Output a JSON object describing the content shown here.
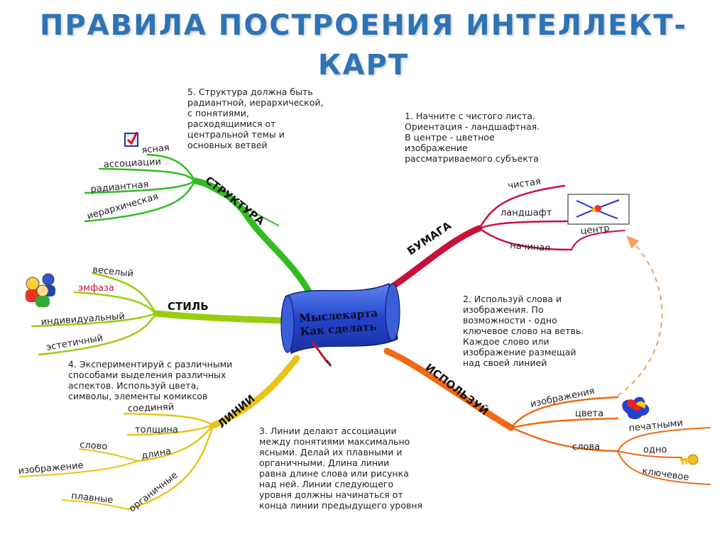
{
  "title": "ПРАВИЛА ПОСТРОЕНИЯ ИНТЕЛЛЕКТ-КАРТ",
  "colors": {
    "title": "#2e74b5",
    "structure": "#33bb22",
    "style": "#99cc11",
    "lines": "#e8c418",
    "paper": "#c8103a",
    "use": "#ee6a14",
    "arrow": "#f0a060",
    "center_blue": "#2244cc"
  },
  "center": {
    "line1": "Мыслекарта",
    "line2": "Как сделать"
  },
  "branches": {
    "structure": {
      "label": "СТРУКТУРА",
      "sub": [
        "ясная",
        "ассоциации",
        "радиантная",
        "иерархическая"
      ]
    },
    "style": {
      "label": "СТИЛЬ",
      "sub": [
        "веселый",
        "эмфаза",
        "индивидуальный",
        "эстетичный"
      ]
    },
    "lines": {
      "label": "ЛИНИИ",
      "sub": [
        "соединяй",
        "толщина",
        "длина",
        "слово",
        "изображение",
        "органичные",
        "плавные"
      ]
    },
    "paper": {
      "label": "БУМАГА",
      "sub": [
        "чистая",
        "ландшафт",
        "начиная",
        "центр"
      ]
    },
    "use": {
      "label": "ИСПОЛЬЗУЙ",
      "sub": [
        "изображения",
        "цвета",
        "слова",
        "печатными",
        "одно",
        "ключевое"
      ]
    }
  },
  "notes": {
    "n1": "1. Начните с чистого листа.\nОриентация - ландшафтная.\nВ центре - цветное\nизображение\nрассматриваемого субъекта",
    "n2": "2. Используй слова и\nизображения. По\nвозможности - одно\nключевое слово на ветвь.\nКаждое слово или\nизображение размещай\nнад своей линией",
    "n3": "3. Линии делают ассоциации\nмежду понятиями максимально\nясными. Делай их плавными и\nорганичными. Длина линии\nравна длине слова или рисунка\nнад ней. Линии следующего\nуровня должны начинаться от\nконца линии предыдущего уровня",
    "n4": "4. Экспериментируй с различными\nспособами выделения различных\nаспектов. Используй цвета,\nсимволы, элементы комиксов",
    "n5": "5. Структура должна быть\nрадиантной, иерархической,\nс понятиями,\nрасходящимися от\nцентральной темы и\nосновных ветвей"
  },
  "icons": [
    "checkbox-icon",
    "people-icon",
    "cross-sketch-icon",
    "paint-splash-icon",
    "key-icon",
    "scroll-icon"
  ]
}
